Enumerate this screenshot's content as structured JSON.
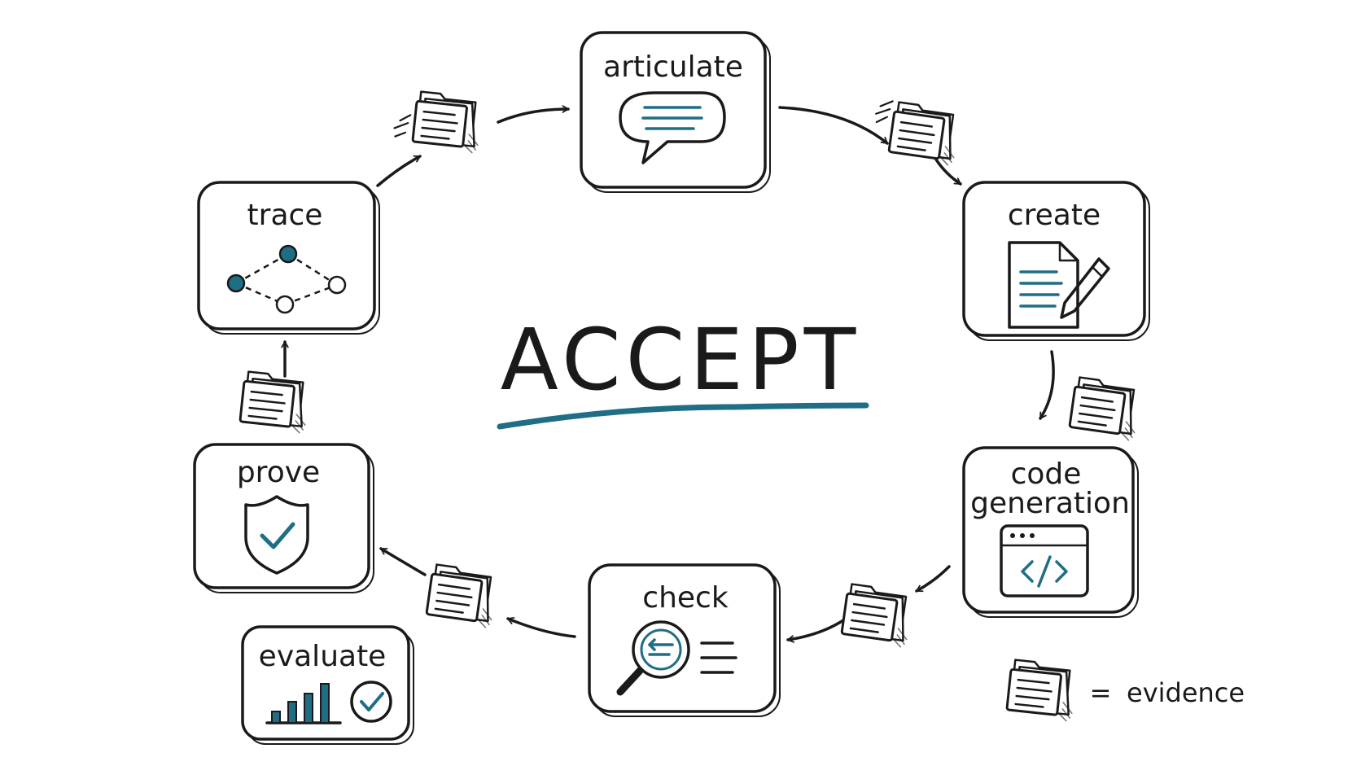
{
  "title": "ACCEPT",
  "colors": {
    "ink": "#1a1a1a",
    "accent": "#1f6e85",
    "background": "#ffffff"
  },
  "stages": [
    {
      "id": "articulate",
      "label": "articulate",
      "icon": "speech-bubble-icon"
    },
    {
      "id": "create",
      "label": "create",
      "icon": "document-pencil-icon"
    },
    {
      "id": "code-generation",
      "label_line1": "code",
      "label_line2": "generation",
      "icon": "code-window-icon"
    },
    {
      "id": "check",
      "label": "check",
      "icon": "magnifier-list-icon"
    },
    {
      "id": "prove",
      "label": "prove",
      "icon": "shield-check-icon"
    },
    {
      "id": "trace",
      "label": "trace",
      "icon": "connected-nodes-icon"
    },
    {
      "id": "evaluate",
      "label": "evaluate",
      "icon": "bar-chart-check-icon"
    }
  ],
  "legend": {
    "symbol": "=",
    "label": "evidence",
    "icon": "evidence-folder-icon"
  }
}
